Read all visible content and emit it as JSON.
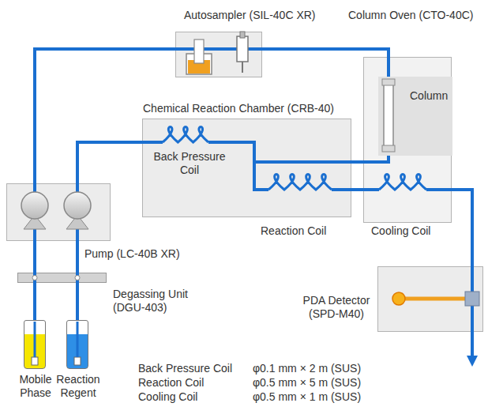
{
  "diagram": {
    "nodes": [
      {
        "text": [
          "Autosampler (SIL-40C XR)"
        ]
      },
      {
        "text": [
          "Column Oven (CTO-40C)"
        ]
      },
      {
        "text": [
          "Column"
        ],
        "in": 1
      },
      {
        "text": [
          "Chemical Reaction Chamber (CRB-40)"
        ]
      },
      {
        "text": [
          "Pump (LC-40B XR)"
        ]
      },
      {
        "text": [
          "Degassing Unit (DGU-403)"
        ]
      },
      {
        "text": [
          "PDA Detector (SPD-M40)"
        ]
      },
      {
        "text": [
          "Mobile Phase"
        ]
      },
      {
        "text": [
          "Reaction Regent"
        ]
      }
    ],
    "edges": [
      {
        "from": 7,
        "to": 5,
        "arrow": "none"
      },
      {
        "from": 8,
        "to": 5,
        "arrow": "none"
      },
      {
        "from": 5,
        "to": 4,
        "arrow": "none"
      },
      {
        "from": 5,
        "to": 4,
        "arrow": "none"
      },
      {
        "from": 4,
        "to": 0,
        "arrow": "none"
      },
      {
        "from": 0,
        "to": 2,
        "arrow": "none"
      },
      {
        "from": 4,
        "to": 3,
        "arrow": "none"
      },
      {
        "from": 2,
        "to": 3,
        "arrow": "none"
      },
      {
        "from": 3,
        "to": 1,
        "arrow": "none"
      },
      {
        "from": 1,
        "to": 6,
        "arrow": "none"
      }
    ],
    "labels": [
      "Back Pressure Coil",
      "Reaction Coil",
      "Cooling Coil",
      "Back Pressure Coil",
      "φ0.1 mm × 2 m (SUS)",
      "Reaction Coil",
      "φ0.5 mm × 5 m (SUS)",
      "Cooling Coil",
      "φ0.5 mm × 1 m (SUS)"
    ]
  }
}
